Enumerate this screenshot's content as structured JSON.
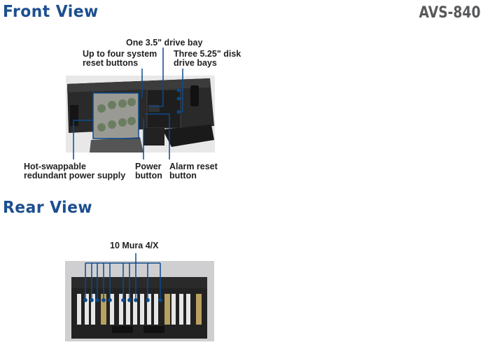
{
  "header": {
    "front_title": "Front View",
    "model": "AVS-840",
    "rear_title": "Rear View"
  },
  "front_callouts": {
    "drive_35": "One 3.5\" drive bay",
    "reset_l1": "Up to four system",
    "reset_l2": "reset buttons",
    "bays_l1": "Three 5.25\" disk",
    "bays_l2": "drive bays",
    "psu_l1": "Hot-swappable",
    "psu_l2": "redundant power supply",
    "power_l1": "Power",
    "power_l2": "button",
    "alarm_l1": "Alarm reset",
    "alarm_l2": "button"
  },
  "rear_callouts": {
    "slots": "10 Mura 4/X"
  },
  "colors": {
    "title": "#1c4f8f",
    "callout": "#0b4a8c"
  }
}
